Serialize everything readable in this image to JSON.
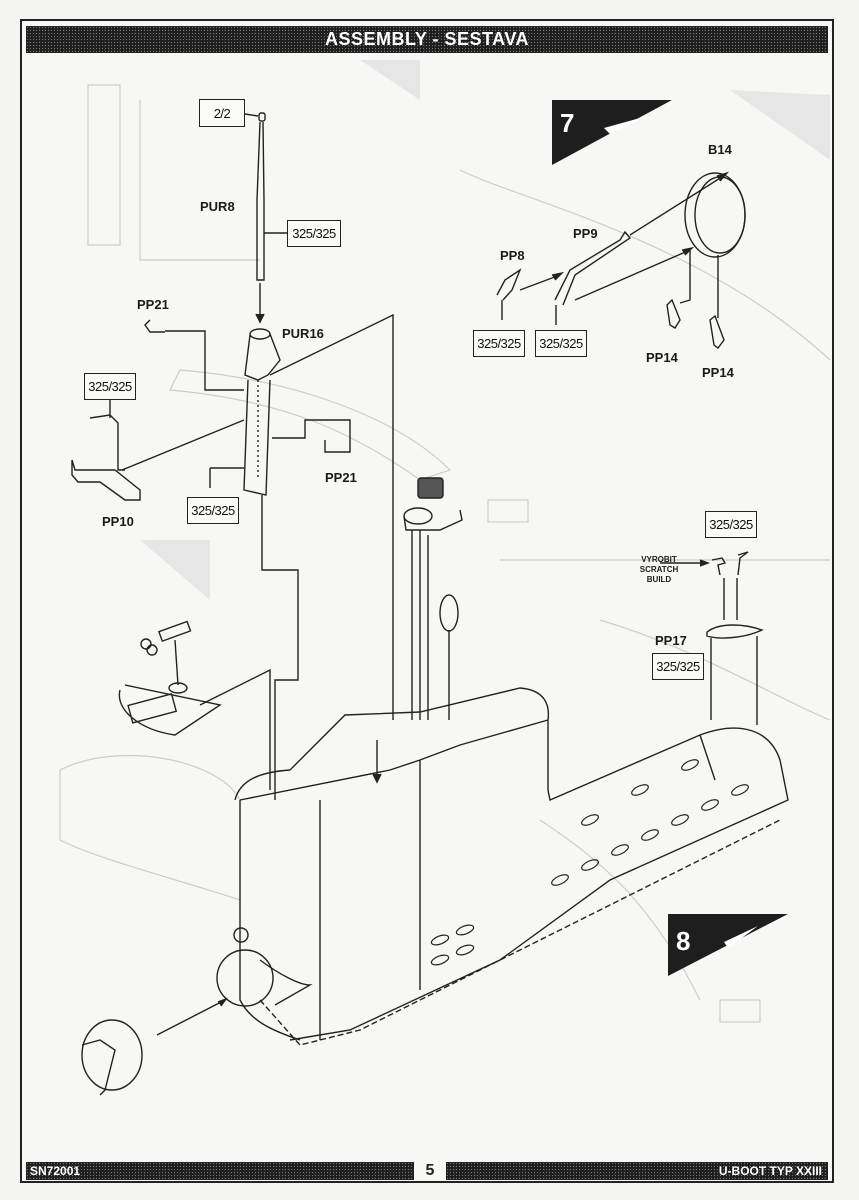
{
  "header": {
    "title": "ASSEMBLY - SESTAVA"
  },
  "footer": {
    "code": "SN72001",
    "page": "5",
    "model": "U-BOOT TYP XXIII"
  },
  "steps": [
    {
      "number": "7"
    },
    {
      "number": "8"
    }
  ],
  "part_labels": {
    "pur8": "PUR8",
    "pur16": "PUR16",
    "pp21_a": "PP21",
    "pp21_b": "PP21",
    "pp10": "PP10",
    "pp8": "PP8",
    "pp9": "PP9",
    "b14": "B14",
    "pp14_a": "PP14",
    "pp14_b": "PP14",
    "pp17": "PP17"
  },
  "paint_codes": {
    "antenna_tip": "2/2",
    "pur8": "325/325",
    "pp10": "325/325",
    "pur16": "325/325",
    "pp8": "325/325",
    "pp9": "325/325",
    "scratch_part": "325/325",
    "pp17": "325/325"
  },
  "notes": {
    "scratch_line1": "VYROBIT",
    "scratch_line2": "SCRATCH",
    "scratch_line3": "BUILD"
  },
  "colors": {
    "ink": "#1e1e1e",
    "paper": "#f7f7f5"
  }
}
